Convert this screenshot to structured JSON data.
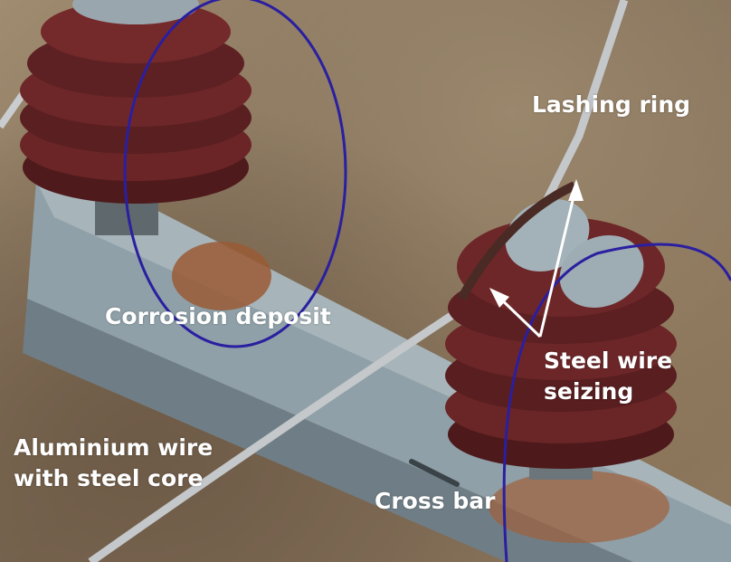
{
  "image": {
    "description": "Overhead power line pole-top with two porcelain insulators on a steel cross bar, annotated",
    "annotation_color": "#2a1fa0",
    "label_color": "#ffffff"
  },
  "labels": {
    "lashing_ring": "Lashing ring",
    "corrosion_deposit": "Corrosion deposit",
    "steel_wire_seizing_line1": "Steel wire",
    "steel_wire_seizing_line2": "seizing",
    "aluminium_wire_line1": "Aluminium wire",
    "aluminium_wire_line2": "with steel core",
    "cross_bar": "Cross bar"
  }
}
